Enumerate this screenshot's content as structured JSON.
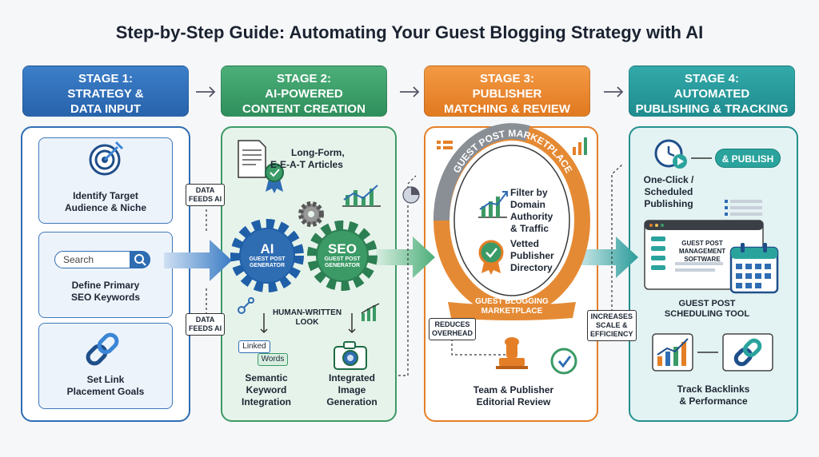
{
  "title": "Step-by-Step Guide: Automating Your Guest Blogging Strategy with AI",
  "stages": [
    {
      "line1": "STAGE 1:",
      "line2": "STRATEGY &",
      "line3": "DATA INPUT",
      "color": "#2f6db3"
    },
    {
      "line1": "STAGE 2:",
      "line2": "AI-POWERED",
      "line3": "CONTENT CREATION",
      "color": "#3b9a66"
    },
    {
      "line1": "STAGE 3:",
      "line2": "PUBLISHER",
      "line3": "MATCHING & REVIEW",
      "color": "#e47f27"
    },
    {
      "line1": "STAGE 4:",
      "line2": "AUTOMATED",
      "line3": "PUBLISHING & TRACKING",
      "color": "#23908f"
    }
  ],
  "stage1": {
    "card1": {
      "line1": "Identify Target",
      "line2": "Audience & Niche",
      "icon": "target-icon"
    },
    "card2": {
      "search_placeholder": "Search",
      "line1": "Define Primary",
      "line2": "SEO Keywords",
      "icon": "search-icon"
    },
    "card3": {
      "line1": "Set Link",
      "line2": "Placement Goals",
      "icon": "chain-link-icon"
    }
  },
  "connectors": {
    "data_feeds_1a": "DATA",
    "data_feeds_1b": "FEEDS AI",
    "data_feeds_2a": "DATA",
    "data_feeds_2b": "FEEDS AI",
    "reduces_a": "REDUCES",
    "reduces_b": "OVERHEAD",
    "increases_a": "INCREASES",
    "increases_b": "SCALE &",
    "increases_c": "EFFICIENCY"
  },
  "stage2": {
    "articles_line1": "Long-Form,",
    "articles_line2": "E-E-A-T Articles",
    "gear_ai_big": "AI",
    "gear_ai_small1": "GUEST POST",
    "gear_ai_small2": "GENERATOR",
    "gear_seo_big": "SEO",
    "gear_seo_small1": "GUEST POST",
    "gear_seo_small2": "GENERATOR",
    "human_line1": "HUMAN-WRITTEN",
    "human_line2": "LOOK",
    "linked": "Linked",
    "words": "Words",
    "semantic_line1": "Semantic",
    "semantic_line2": "Keyword",
    "semantic_line3": "Integration",
    "image_line1": "Integrated",
    "image_line2": "Image",
    "image_line3": "Generation"
  },
  "stage3": {
    "ring_text": "GUEST POST MARKETPLACE",
    "filter_line1": "Filter by",
    "filter_line2": "Domain",
    "filter_line3": "Authority",
    "filter_line4": "& Traffic",
    "vetted_line1": "Vetted",
    "vetted_line2": "Publisher",
    "vetted_line3": "Directory",
    "banner_line1": "GUEST BLOGGING",
    "banner_line2": "MARKETPLACE",
    "review_line1": "Team & Publisher",
    "review_line2": "Editorial Review"
  },
  "stage4": {
    "publish_button": "& PUBLISH",
    "oneclick_line1": "One-Click /",
    "oneclick_line2": "Scheduled",
    "oneclick_line3": "Publishing",
    "software_line1": "GUEST POST",
    "software_line2": "MANAGEMENT",
    "software_line3": "SOFTWARE",
    "tool_line1": "GUEST POST",
    "tool_line2": "SCHEDULING TOOL",
    "track_line1": "Track Backlinks",
    "track_line2": "& Performance"
  }
}
